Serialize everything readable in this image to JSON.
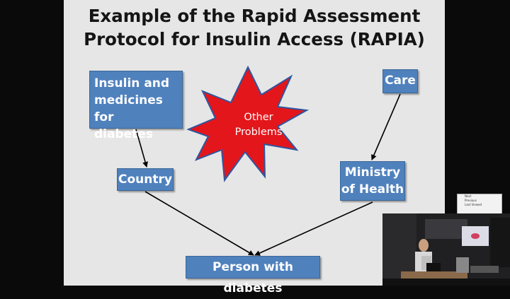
{
  "slide": {
    "title": "Example of the Rapid Assessment\nProtocol for Insulin Access (RAPIA)",
    "boxes": {
      "insulin": "Insulin and\nmedicines for\ndiabetes",
      "care": "Care",
      "country": "Country",
      "ministry": "Ministry\nof Health",
      "person": "Person with diabetes"
    },
    "star_label": "Other\nProblems"
  },
  "context_menu": {
    "items": [
      "Next",
      "Previous",
      "Last Viewed"
    ]
  },
  "colors": {
    "box_fill": "#4f81bd",
    "star_fill": "#e3161b",
    "star_outline": "#2e56a0",
    "slide_bg": "#e6e6e6"
  }
}
